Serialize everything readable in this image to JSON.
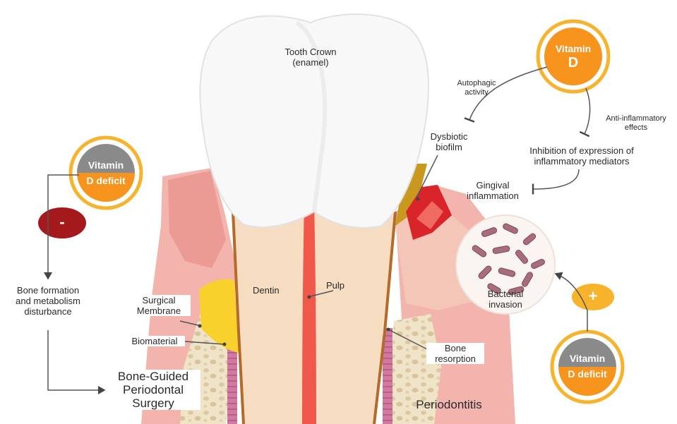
{
  "labels": {
    "tooth_crown": [
      "Tooth Crown",
      "(enamel)"
    ],
    "dentin": "Dentin",
    "pulp": "Pulp",
    "surgical_membrane": [
      "Surgical",
      "Membrane"
    ],
    "biomaterial": "Biomaterial",
    "bone_guided_surgery": [
      "Bone-Guided",
      "Periodontal",
      "Surgery"
    ],
    "bone_formation": [
      "Bone formation",
      "and metabolism",
      "disturbance"
    ],
    "autophagic_activity": [
      "Autophagic",
      "activity"
    ],
    "dysbiotic_biofilm": [
      "Dysbiotic",
      "biofilm"
    ],
    "anti_inflammatory_effects": [
      "Anti-inflammatory",
      "effects"
    ],
    "inhibition": [
      "Inhibition of expression of",
      "inflammatory mediators"
    ],
    "gingival_inflammation": [
      "Gingival",
      "inflammation"
    ],
    "bacterial_invasion": [
      "Bacterial",
      "invasion"
    ],
    "bone_resorption": [
      "Bone",
      "resorption"
    ],
    "periodontitis": "Periodontitis"
  },
  "badges": {
    "vitamin_d": [
      "Vitamin",
      "D"
    ],
    "vitamin_d_deficit_left": [
      "Vitamin",
      "D deficit"
    ],
    "vitamin_d_deficit_right": [
      "Vitamin",
      "D deficit"
    ],
    "minus": "-",
    "plus": "+"
  },
  "colors": {
    "vitamin_orange": "#f7941d",
    "deficit_gray": "#8a8a8a",
    "minus_red": "#a3191c",
    "plus_orange": "#f7b32b",
    "pulp": "#f0584a",
    "gum": "#f0a9a3",
    "bone": "#e8dcc0",
    "membrane": "#f8d12c",
    "biofilm": "#c8991e",
    "inflammation": "#d9252a"
  }
}
